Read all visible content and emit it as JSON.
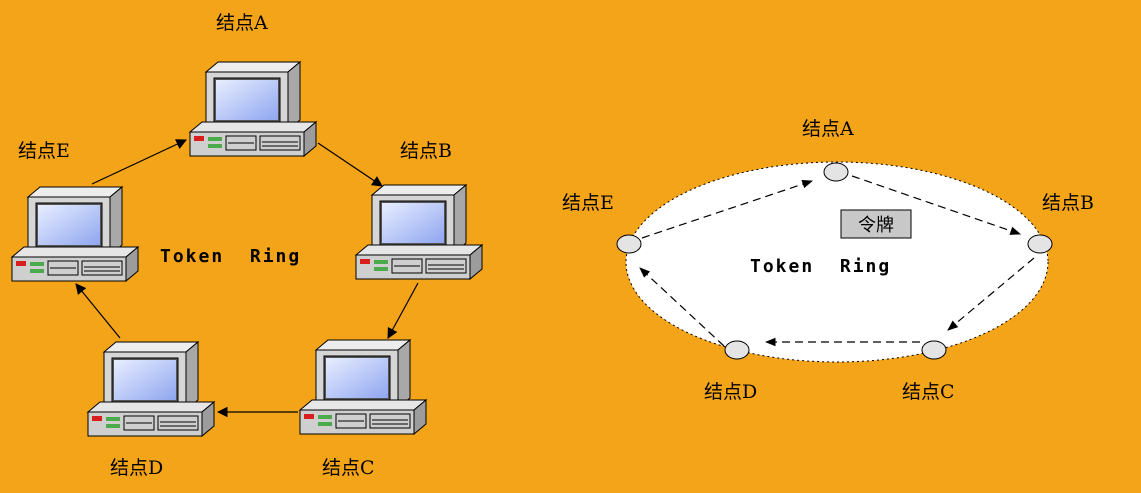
{
  "left_diagram": {
    "ring_label": "Token  Ring",
    "nodes": [
      {
        "id": "A",
        "label": "结点A"
      },
      {
        "id": "B",
        "label": "结点B"
      },
      {
        "id": "C",
        "label": "结点C"
      },
      {
        "id": "D",
        "label": "结点D"
      },
      {
        "id": "E",
        "label": "结点E"
      }
    ]
  },
  "right_diagram": {
    "ring_label": "Token  Ring",
    "token_label": "令牌",
    "nodes": [
      {
        "id": "A",
        "label": "结点A"
      },
      {
        "id": "B",
        "label": "结点B"
      },
      {
        "id": "C",
        "label": "结点C"
      },
      {
        "id": "D",
        "label": "结点D"
      },
      {
        "id": "E",
        "label": "结点E"
      }
    ]
  },
  "colors": {
    "background": "#F4A418",
    "computer_case": "#D4D4D4",
    "screen": "#B8C8F8",
    "ring_fill": "#FFFFFF",
    "token_box": "#C8C8C8"
  }
}
